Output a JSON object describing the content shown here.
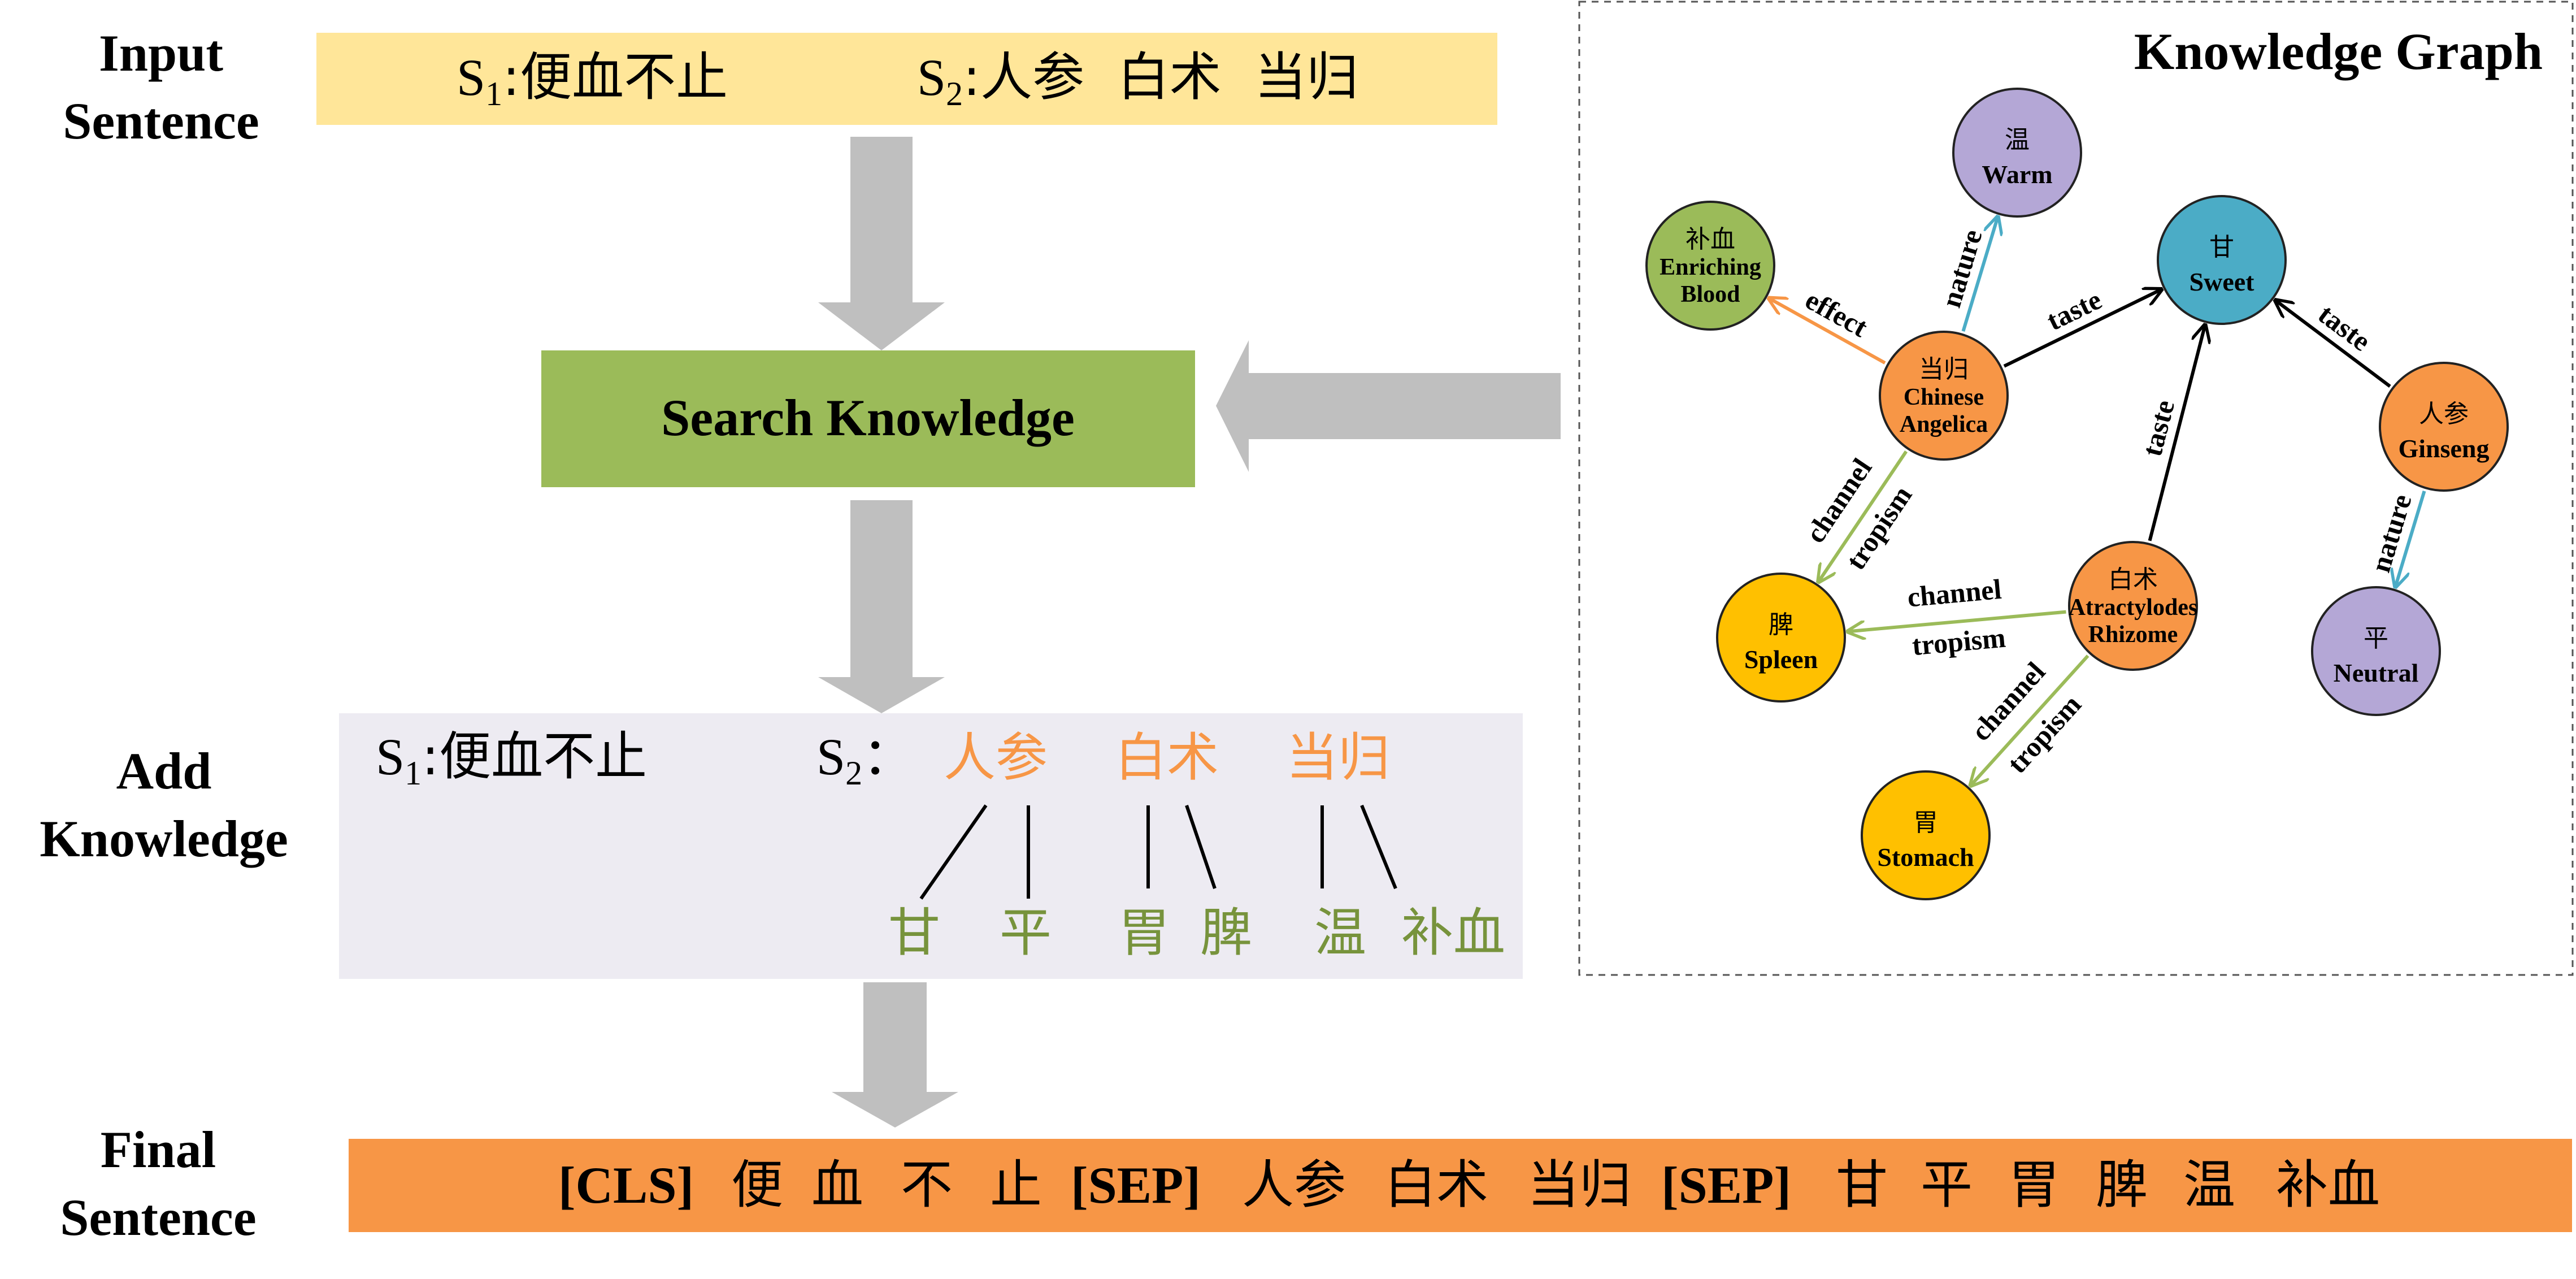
{
  "labels": {
    "input_line1": "Input",
    "input_line2": "Sentence",
    "add_line1": "Add",
    "add_line2": "Knowledge",
    "final_line1": "Final",
    "final_line2": "Sentence"
  },
  "input_box": {
    "s1_prefix": "S",
    "s1_sub": "1",
    "s1_text": ":便血不止",
    "s2_prefix": "S",
    "s2_sub": "2",
    "s2_text": ":人参  白术  当归"
  },
  "search_box": {
    "label": "Search Knowledge"
  },
  "add_box": {
    "s1_prefix": "S",
    "s1_sub": "1",
    "s1_text": ":便血不止",
    "s2_prefix": "S",
    "s2_sub": "2",
    "s2_colon": "：",
    "herbs": [
      "人参",
      "白术",
      "当归"
    ],
    "properties": [
      "甘",
      "平",
      "胃",
      "脾",
      "温",
      "补血"
    ]
  },
  "final_box": {
    "tokens": [
      "[CLS]",
      "便",
      "血",
      "不",
      "止",
      "[SEP]",
      "人参",
      "白术",
      "当归",
      "[SEP]",
      "甘",
      "平",
      "胃",
      "脾",
      "温",
      "补血"
    ]
  },
  "knowledge_graph": {
    "title": "Knowledge Graph",
    "nodes": [
      {
        "id": "warm",
        "cn": "温",
        "en": [
          "Warm"
        ]
      },
      {
        "id": "enrich",
        "cn": "补血",
        "en": [
          "Enriching",
          "Blood"
        ]
      },
      {
        "id": "sweet",
        "cn": "甘",
        "en": [
          "Sweet"
        ]
      },
      {
        "id": "angelica",
        "cn": "当归",
        "en": [
          "Chinese",
          "Angelica"
        ]
      },
      {
        "id": "ginseng",
        "cn": "人参",
        "en": [
          "Ginseng"
        ]
      },
      {
        "id": "spleen",
        "cn": "脾",
        "en": [
          "Spleen"
        ]
      },
      {
        "id": "atract",
        "cn": "白术",
        "en": [
          "Atractylodes",
          "Rhizome"
        ]
      },
      {
        "id": "neutral",
        "cn": "平",
        "en": [
          "Neutral"
        ]
      },
      {
        "id": "stomach",
        "cn": "胃",
        "en": [
          "Stomach"
        ]
      }
    ],
    "edges": [
      {
        "from": "angelica",
        "to": "warm",
        "label": [
          "nature"
        ]
      },
      {
        "from": "angelica",
        "to": "enrich",
        "label": [
          "effect"
        ]
      },
      {
        "from": "angelica",
        "to": "sweet",
        "label": [
          "taste"
        ]
      },
      {
        "from": "angelica",
        "to": "spleen",
        "label": [
          "channel",
          "tropism"
        ]
      },
      {
        "from": "ginseng",
        "to": "sweet",
        "label": [
          "taste"
        ]
      },
      {
        "from": "ginseng",
        "to": "neutral",
        "label": [
          "nature"
        ]
      },
      {
        "from": "atract",
        "to": "sweet",
        "label": [
          "taste"
        ]
      },
      {
        "from": "atract",
        "to": "spleen",
        "label": [
          "channel",
          "tropism"
        ]
      },
      {
        "from": "atract",
        "to": "stomach",
        "label": [
          "channel",
          "tropism"
        ]
      }
    ]
  },
  "colors": {
    "input_fill": "#FFE699",
    "search_fill": "#9BBB59",
    "add_fill": "#EDEBF2",
    "final_fill": "#F79646",
    "arrow_gray": "#BFBFBF",
    "herb_orange": "#F79646",
    "property_green": "#77933C",
    "node_purple": "#B4A7D6",
    "node_green": "#9BBB59",
    "node_blue": "#4BACC6",
    "node_orange": "#F79646",
    "node_yellow": "#FFC000",
    "edge_nature": "#4BACC6",
    "edge_effect": "#F79646",
    "edge_taste": "#000000",
    "edge_channel": "#9BBB59"
  }
}
